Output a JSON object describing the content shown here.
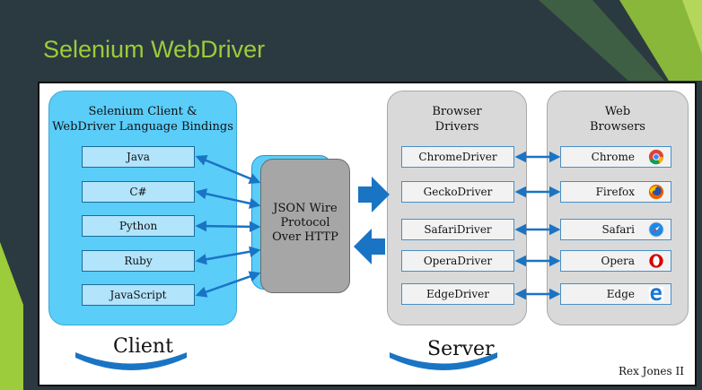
{
  "slide": {
    "title": "Selenium WebDriver"
  },
  "client": {
    "title": "Selenium Client &\nWebDriver Language Bindings",
    "languages": [
      "Java",
      "C#",
      "Python",
      "Ruby",
      "JavaScript"
    ],
    "label": "Client"
  },
  "protocol": {
    "label": "JSON Wire\nProtocol\nOver HTTP"
  },
  "server": {
    "title": "Browser\nDrivers",
    "drivers": [
      "ChromeDriver",
      "GeckoDriver",
      "SafariDriver",
      "OperaDriver",
      "EdgeDriver"
    ],
    "label": "Server"
  },
  "browsers": {
    "title": "Web\nBrowsers",
    "items": [
      {
        "name": "Chrome",
        "icon": "chrome-icon"
      },
      {
        "name": "Firefox",
        "icon": "firefox-icon"
      },
      {
        "name": "Safari",
        "icon": "safari-icon"
      },
      {
        "name": "Opera",
        "icon": "opera-icon"
      },
      {
        "name": "Edge",
        "icon": "edge-icon"
      }
    ]
  },
  "credit": "Rex Jones II",
  "colors": {
    "accent": "#9ccb3b",
    "client": "#5bcdf9",
    "arrow": "#1a74c4",
    "background": "#2b3a40"
  }
}
